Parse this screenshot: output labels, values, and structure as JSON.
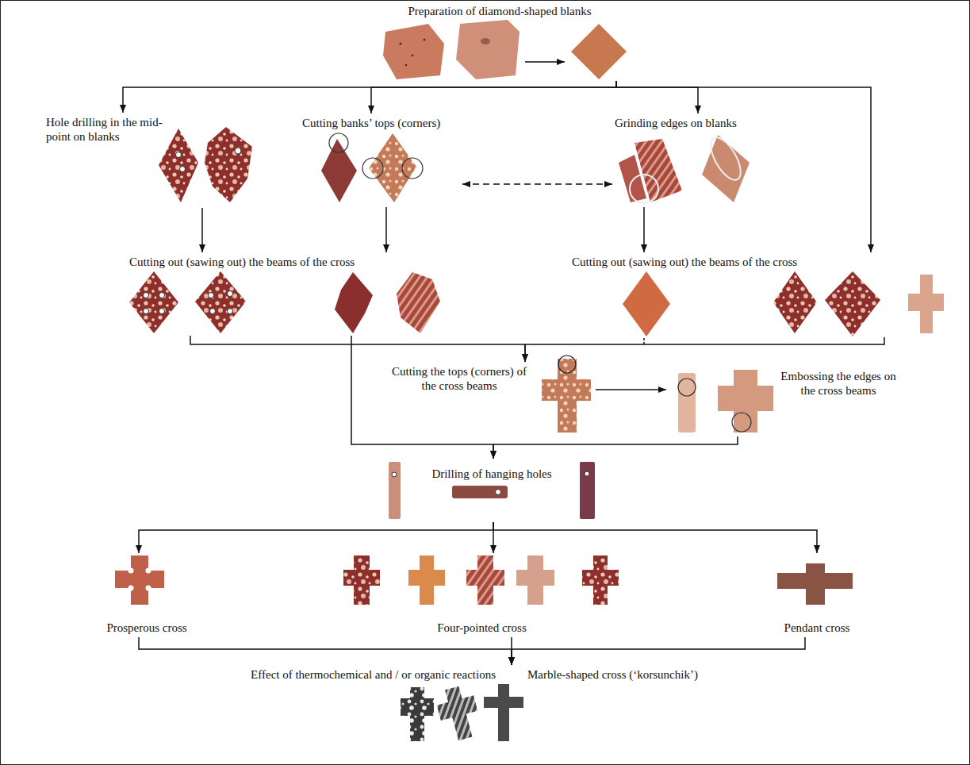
{
  "diagram": {
    "nodes": [
      {
        "text": [
          "Preparation of diamond-shaped blanks"
        ]
      },
      {
        "text": [
          "Hole drilling in the mid-point on blanks"
        ]
      },
      {
        "text": [
          "Cutting banks’ tops (corners)"
        ]
      },
      {
        "text": [
          "Grinding edges on blanks"
        ]
      },
      {
        "text": [
          "Cutting out (sawing out) the beams of the cross"
        ]
      },
      {
        "text": [
          "Cutting out (sawing out) the beams of the cross"
        ]
      },
      {
        "text": [
          "Cutting the tops (corners) of the cross beams"
        ]
      },
      {
        "text": [
          "Embossing the edges on the cross beams"
        ]
      },
      {
        "text": [
          "Drilling of hanging holes"
        ]
      },
      {
        "text": [
          "Prosperous cross"
        ]
      },
      {
        "text": [
          "Four-pointed cross"
        ]
      },
      {
        "text": [
          "Pendant cross"
        ]
      },
      {
        "text": [
          "Effect of thermochemical and / or organic reactions",
          "Marble-shaped cross (‘korsunchik’)"
        ]
      }
    ],
    "edges": [
      {
        "from": 0,
        "to": 1,
        "arrow": "to"
      },
      {
        "from": 0,
        "to": 2,
        "arrow": "to"
      },
      {
        "from": 0,
        "to": 3,
        "arrow": "to"
      },
      {
        "from": 0,
        "to": 5,
        "arrow": "to"
      },
      {
        "from": 2,
        "to": 3,
        "arrow": "both"
      },
      {
        "from": 1,
        "to": 4,
        "arrow": "to"
      },
      {
        "from": 2,
        "to": 4,
        "arrow": "to"
      },
      {
        "from": 3,
        "to": 5,
        "arrow": "to"
      },
      {
        "from": 4,
        "to": 6,
        "arrow": "to"
      },
      {
        "from": 5,
        "to": 6,
        "arrow": "to"
      },
      {
        "from": 4,
        "to": 8,
        "arrow": "to"
      },
      {
        "from": 6,
        "to": 7,
        "arrow": "to"
      },
      {
        "from": 7,
        "to": 8,
        "arrow": "to"
      },
      {
        "from": 8,
        "to": 9,
        "arrow": "to"
      },
      {
        "from": 8,
        "to": 10,
        "arrow": "to"
      },
      {
        "from": 8,
        "to": 11,
        "arrow": "to"
      },
      {
        "from": 9,
        "to": 12,
        "arrow": "to"
      },
      {
        "from": 10,
        "to": 12,
        "arrow": "to"
      },
      {
        "from": 11,
        "to": 12,
        "arrow": "to"
      }
    ]
  }
}
